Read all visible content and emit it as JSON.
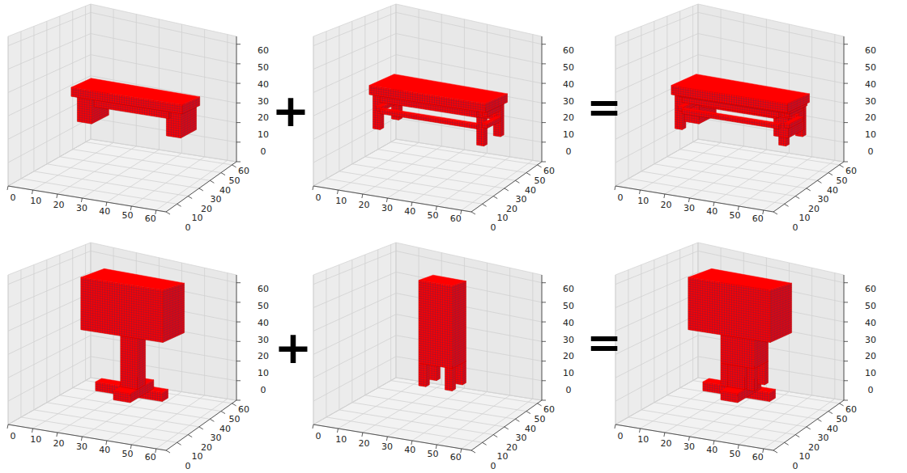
{
  "diagram": {
    "labels": [
      "0",
      "10",
      "20",
      "30",
      "40",
      "50",
      "60",
      "0",
      "10",
      "20",
      "30",
      "40",
      "50",
      "60",
      "0",
      "10",
      "20",
      "30",
      "40",
      "50",
      "60",
      "+",
      "0",
      "10",
      "20",
      "30",
      "40",
      "50",
      "60",
      "0",
      "10",
      "20",
      "30",
      "40",
      "50",
      "60",
      "0",
      "10",
      "20",
      "30",
      "40",
      "50",
      "60",
      "=",
      "0",
      "10",
      "20",
      "30",
      "40",
      "50",
      "60",
      "0",
      "10",
      "20",
      "30",
      "40",
      "50",
      "60",
      "0",
      "10",
      "20",
      "30",
      "40",
      "50",
      "60",
      "0",
      "10",
      "20",
      "30",
      "40",
      "50",
      "60",
      "0",
      "10",
      "20",
      "30",
      "40",
      "50",
      "60",
      "0",
      "10",
      "20",
      "30",
      "40",
      "50",
      "60",
      "+",
      "0",
      "10",
      "20",
      "30",
      "40",
      "50",
      "60",
      "0",
      "10",
      "20",
      "30",
      "40",
      "50",
      "60",
      "0",
      "10",
      "20",
      "30",
      "40",
      "50",
      "60",
      "=",
      "0",
      "10",
      "20",
      "30",
      "40",
      "50",
      "60",
      "0",
      "10",
      "20",
      "30",
      "40",
      "50",
      "60",
      "0",
      "10",
      "20",
      "30",
      "40",
      "50",
      "60"
    ]
  }
}
